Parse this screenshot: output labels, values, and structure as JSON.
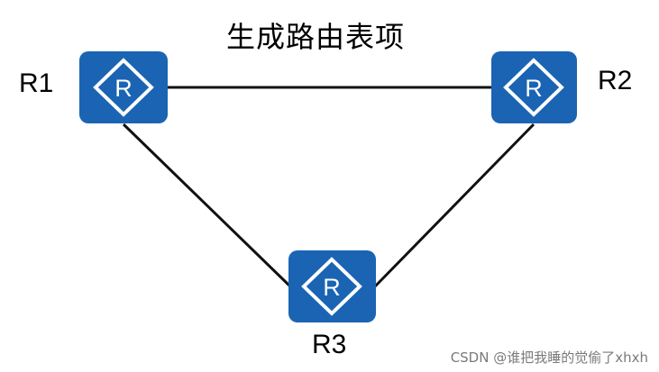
{
  "title": "生成路由表项",
  "routers": [
    {
      "id": "R1",
      "label": "R1",
      "icon_letter": "R"
    },
    {
      "id": "R2",
      "label": "R2",
      "icon_letter": "R"
    },
    {
      "id": "R3",
      "label": "R3",
      "icon_letter": "R"
    }
  ],
  "links": [
    {
      "from": "R1",
      "to": "R2"
    },
    {
      "from": "R1",
      "to": "R3"
    },
    {
      "from": "R2",
      "to": "R3"
    }
  ],
  "colors": {
    "router_fill": "#1a64b3",
    "router_symbol": "#ffffff",
    "link": "#111111"
  },
  "watermark": "CSDN @谁把我睡的觉偷了xhxh"
}
